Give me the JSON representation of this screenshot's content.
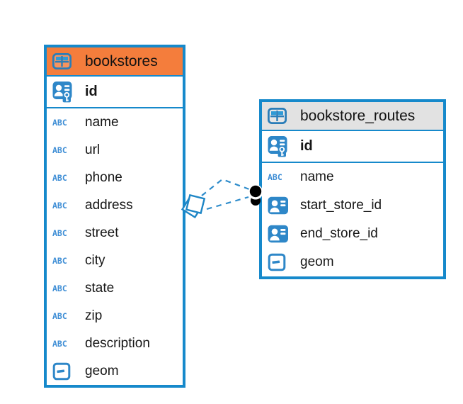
{
  "diagram": {
    "tables": [
      {
        "id": "bookstores",
        "title": "bookstores",
        "header_color": "#f47d3c",
        "columns": [
          {
            "label": "id",
            "icon": "primary-key-icon",
            "primary": true
          },
          {
            "label": "name",
            "icon": "text-type-icon"
          },
          {
            "label": "url",
            "icon": "text-type-icon"
          },
          {
            "label": "phone",
            "icon": "text-type-icon"
          },
          {
            "label": "address",
            "icon": "text-type-icon"
          },
          {
            "label": "street",
            "icon": "text-type-icon"
          },
          {
            "label": "city",
            "icon": "text-type-icon"
          },
          {
            "label": "state",
            "icon": "text-type-icon"
          },
          {
            "label": "zip",
            "icon": "text-type-icon"
          },
          {
            "label": "description",
            "icon": "text-type-icon"
          },
          {
            "label": "geom",
            "icon": "geometry-type-icon"
          }
        ]
      },
      {
        "id": "bookstore_routes",
        "title": "bookstore_routes",
        "header_color": "#e2e2e2",
        "columns": [
          {
            "label": "id",
            "icon": "primary-key-icon",
            "primary": true
          },
          {
            "label": "name",
            "icon": "text-type-icon"
          },
          {
            "label": "start_store_id",
            "icon": "reference-icon"
          },
          {
            "label": "end_store_id",
            "icon": "reference-icon"
          },
          {
            "label": "geom",
            "icon": "geometry-type-icon"
          }
        ]
      }
    ],
    "relationship": {
      "from_table": "bookstores",
      "to_table": "bookstore_routes",
      "line_style": "dashed",
      "line_color": "#2e8ccb",
      "from_marker": "stacked-squares",
      "to_marker": "black-dot"
    },
    "icon_glyphs": {
      "text_type": "ABC"
    },
    "colors": {
      "table_border": "#1689cb",
      "header_orange": "#f47d3c",
      "header_gray": "#e2e2e2",
      "icon_blue": "#2e87c8",
      "icon_cell_blue": "#2f9ad6",
      "text": "#161616"
    }
  }
}
